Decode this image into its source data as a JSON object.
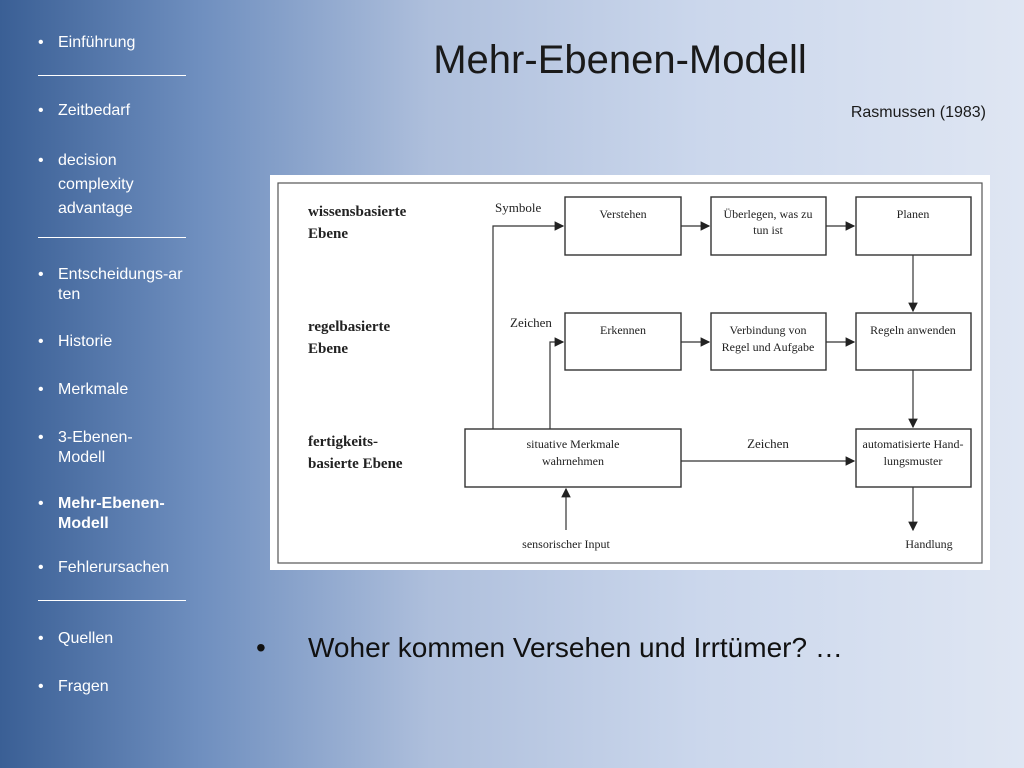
{
  "sidebar": {
    "bullet": "•",
    "items": [
      {
        "label": "Einführung"
      },
      {
        "label": "Zeitbedarf"
      },
      {
        "label": "decision complexity advantage"
      },
      {
        "label": "Entscheidungs-arten"
      },
      {
        "label": "Historie"
      },
      {
        "label": "Merkmale"
      },
      {
        "label": "3-Ebenen-Modell"
      },
      {
        "label": "Mehr-Ebenen-Modell"
      },
      {
        "label": "Fehlerursachen"
      },
      {
        "label": "Quellen"
      },
      {
        "label": "Fragen"
      }
    ]
  },
  "slide": {
    "title": "Mehr-Ebenen-Modell",
    "citation": "Rasmussen (1983)"
  },
  "diagram": {
    "levels": {
      "knowledge_1": "wissensbasierte",
      "knowledge_2": "Ebene",
      "rule_1": "regelbasierte",
      "rule_2": "Ebene",
      "skill_1": "fertigkeits-",
      "skill_2": "basierte Ebene"
    },
    "labels": {
      "symbole": "Symbole",
      "zeichen_rule": "Zeichen",
      "zeichen_skill": "Zeichen",
      "input": "sensorischer Input",
      "output": "Handlung"
    },
    "boxes": {
      "verstehen": "Verstehen",
      "ueberlegen_1": "Überlegen, was zu",
      "ueberlegen_2": "tun ist",
      "planen": "Planen",
      "erkennen": "Erkennen",
      "verbindung_1": "Verbindung von",
      "verbindung_2": "Regel und Aufgabe",
      "regeln": "Regeln anwenden",
      "situativ_1": "situative Merkmale",
      "situativ_2": "wahrnehmen",
      "auto_1": "automatisierte Hand-",
      "auto_2": "lungsmuster"
    }
  },
  "bottom": {
    "bullet": "•",
    "text": "Woher kommen Versehen und Irrtümer? …"
  }
}
